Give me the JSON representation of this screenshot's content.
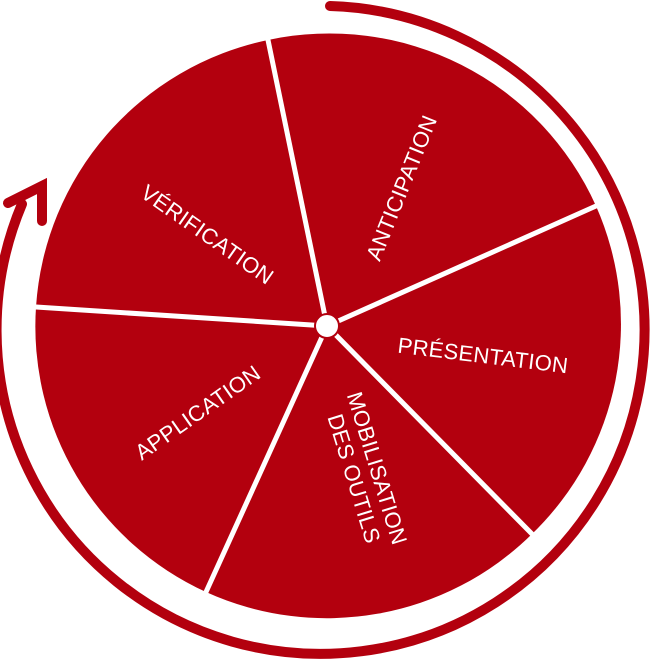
{
  "colors": {
    "segment": "#b3000e",
    "arc": "#b3000e",
    "separator": "#ffffff",
    "hub": "#ffffff",
    "label": "#ffffff"
  },
  "cycle": {
    "direction": "clockwise",
    "segments": [
      {
        "id": "anticipation",
        "lines": [
          "ANTICIPATION"
        ]
      },
      {
        "id": "presentation",
        "lines": [
          "PRÉSENTATION"
        ]
      },
      {
        "id": "mobilisation",
        "lines": [
          "MOBILISATION",
          "DES OUTILS"
        ]
      },
      {
        "id": "application",
        "lines": [
          "APPLICATION"
        ]
      },
      {
        "id": "verification",
        "lines": [
          "VÉRIFICATION"
        ]
      }
    ]
  }
}
